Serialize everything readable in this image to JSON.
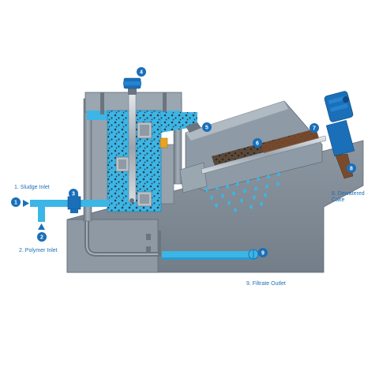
{
  "colors": {
    "slurry": "#3bb6e6",
    "steel": "#8e9aa5",
    "steel_dark": "#5f6b76",
    "steel_light": "#c4ccd3",
    "motor": "#1a6fb8",
    "cake": "#7a4a2c",
    "callout": "#1f6fb5",
    "drop": "#3bb6e6"
  },
  "callout_numbers": [
    "1",
    "2",
    "3",
    "4",
    "5",
    "6",
    "7",
    "8",
    "9"
  ],
  "labels": {
    "sludge_inlet": "1. Sludge Inlet",
    "polymer_inlet": "2. Polymer Inlet",
    "dewatered_cake_line1": "8. Dewatered",
    "dewatered_cake_line2": "Cake",
    "filtrate_outlet": "9. Filtrate Outlet"
  },
  "icons": [
    "motor-icon",
    "agitator-motor-icon",
    "inlet-arrow-icon",
    "polymer-arrow-icon",
    "filtrate-valve-icon"
  ]
}
